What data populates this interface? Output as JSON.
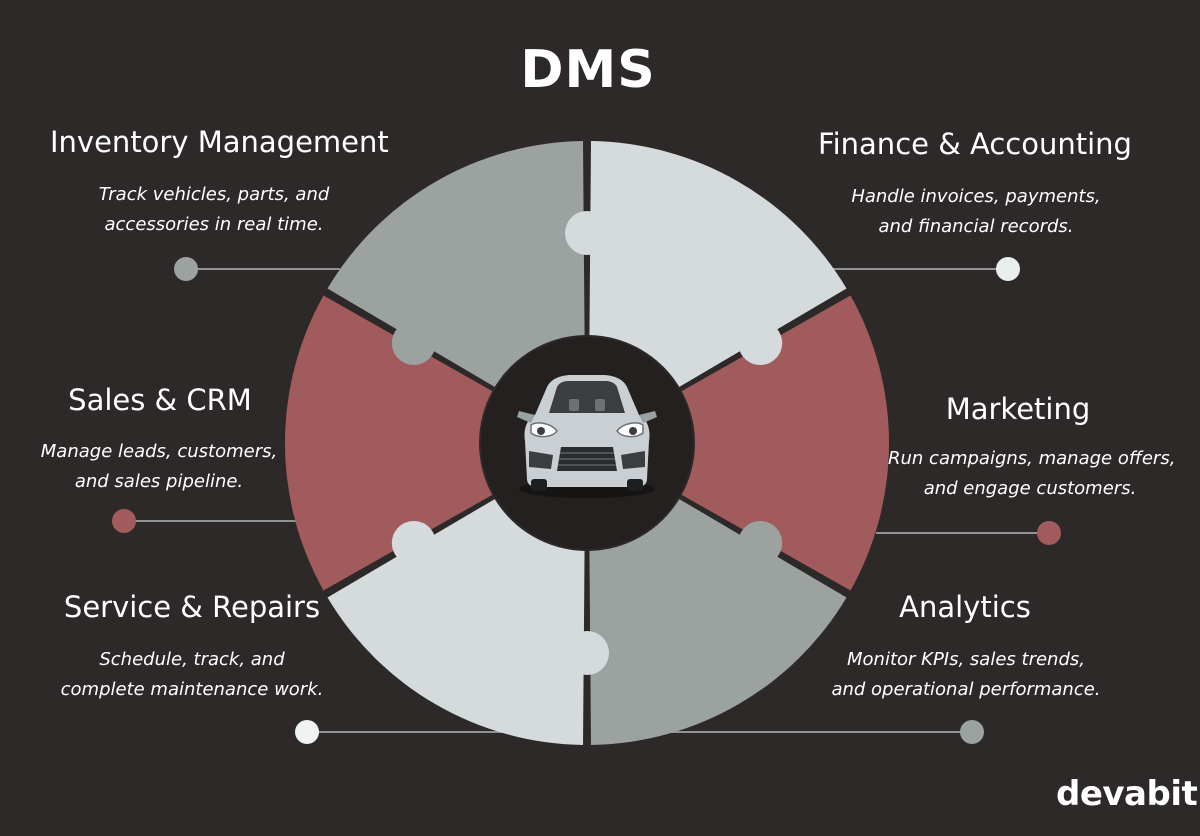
{
  "title": "DMS",
  "brand": "devabit",
  "colors": {
    "background": "#2d2929",
    "gray": "#9ba2a0",
    "light": "#d5dbdc",
    "red": "#a15b5c",
    "hub": "#242020",
    "text": "#ffffff"
  },
  "center_icon": "car-icon",
  "modules": [
    {
      "id": "inventory",
      "label": "Inventory Management",
      "desc": [
        "Track vehicles, parts, and",
        "accessories in real time."
      ],
      "color": "gray"
    },
    {
      "id": "finance",
      "label": "Finance & Accounting",
      "desc": [
        "Handle invoices, payments,",
        "and financial records."
      ],
      "color": "light"
    },
    {
      "id": "sales",
      "label": "Sales & CRM",
      "desc": [
        "Manage leads, customers,",
        "and sales pipeline."
      ],
      "color": "red"
    },
    {
      "id": "marketing",
      "label": "Marketing",
      "desc": [
        "Run campaigns, manage offers,",
        "and engage customers."
      ],
      "color": "red"
    },
    {
      "id": "service",
      "label": "Service & Repairs",
      "desc": [
        "Schedule, track, and",
        "complete maintenance work."
      ],
      "color": "light"
    },
    {
      "id": "analytics",
      "label": "Analytics",
      "desc": [
        "Monitor KPIs, sales trends,",
        "and operational performance."
      ],
      "color": "gray"
    }
  ]
}
